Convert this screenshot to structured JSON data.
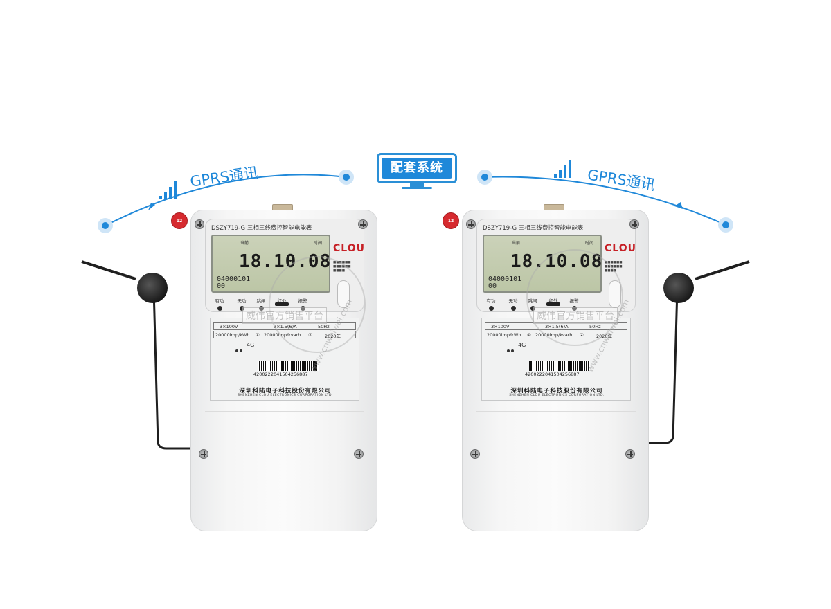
{
  "center_label": "配套系统",
  "left_link_label": "GPRS通讯",
  "right_link_label": "GPRS通讯",
  "accent_color": "#1f88d9",
  "meters": [
    {
      "model": "DSZY719-G 三相三线费控智能电能表",
      "lcd_top_left": "当前",
      "lcd_top_right": "时间",
      "lcd_main": "18.10.08",
      "lcd_code_1": "04000101",
      "lcd_code_2": "00",
      "logo": "CLOU",
      "leds": [
        "有功",
        "无功",
        "跳闸",
        "红外",
        "报警"
      ],
      "rating_voltage": "3×100V",
      "rating_current": "3×1.5(6)A",
      "rating_freq": "50Hz",
      "const_active": "20000imp/kWh",
      "const_reactive": "20000imp/kvarh",
      "mark_1": "①",
      "mark_2": "②",
      "year": "2020年",
      "network": "4G",
      "serial": "4200222041504256887",
      "company_cn": "深圳科陆电子科技股份有限公司",
      "company_en": "SHENZHEN CLOU ELECTRONICS CORPORATION LTD.",
      "seal_number": "12"
    },
    {
      "model": "DSZY719-G 三相三线费控智能电能表",
      "lcd_top_left": "当前",
      "lcd_top_right": "时间",
      "lcd_main": "18.10.08",
      "lcd_code_1": "04000101",
      "lcd_code_2": "00",
      "logo": "CLOU",
      "leds": [
        "有功",
        "无功",
        "跳闸",
        "红外",
        "报警"
      ],
      "rating_voltage": "3×100V",
      "rating_current": "3×1.5(6)A",
      "rating_freq": "50Hz",
      "const_active": "20000imp/kWh",
      "const_reactive": "20000imp/kvarh",
      "mark_1": "①",
      "mark_2": "②",
      "year": "2020年",
      "network": "4G",
      "serial": "4200222041504256887",
      "company_cn": "深圳科陆电子科技股份有限公司",
      "company_en": "SHENZHEN CLOU ELECTRONICS CORPORATION LTD.",
      "seal_number": "12"
    }
  ],
  "watermark": "威伟官方销售平台",
  "watermark_url": "www.cnweiwei.com"
}
